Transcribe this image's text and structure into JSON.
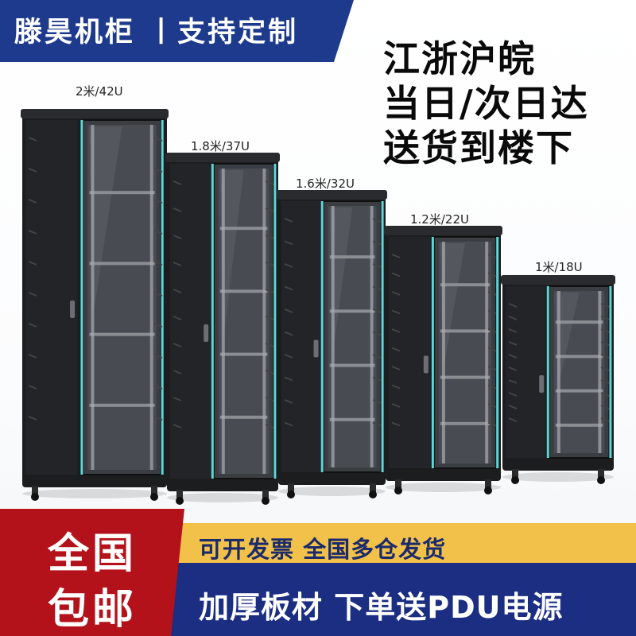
{
  "banner": {
    "text": "滕昊机柜 丨支持定制"
  },
  "headline": {
    "lines": [
      "江浙沪皖",
      "当日/次日达",
      "送货到楼下"
    ]
  },
  "cabinets": [
    {
      "label": "2米/42U"
    },
    {
      "label": "1.8米/37U"
    },
    {
      "label": "1.6米/32U"
    },
    {
      "label": "1.2米/22U"
    },
    {
      "label": "1米/18U"
    }
  ],
  "promo": {
    "badge_line1": "全国",
    "badge_line2": "包邮",
    "gold_text": "可开发票 全国多仓发货",
    "blue_text": "加厚板材 下单送PDU电源"
  },
  "colors": {
    "banner_blue": "#1e3a8c",
    "badge_red": "#b3121b",
    "gold": "#f2c14a",
    "bottom_blue": "#1b2e82",
    "cabinet_body": "#1c1d1f",
    "accent_teal": "#5fd4d6"
  }
}
